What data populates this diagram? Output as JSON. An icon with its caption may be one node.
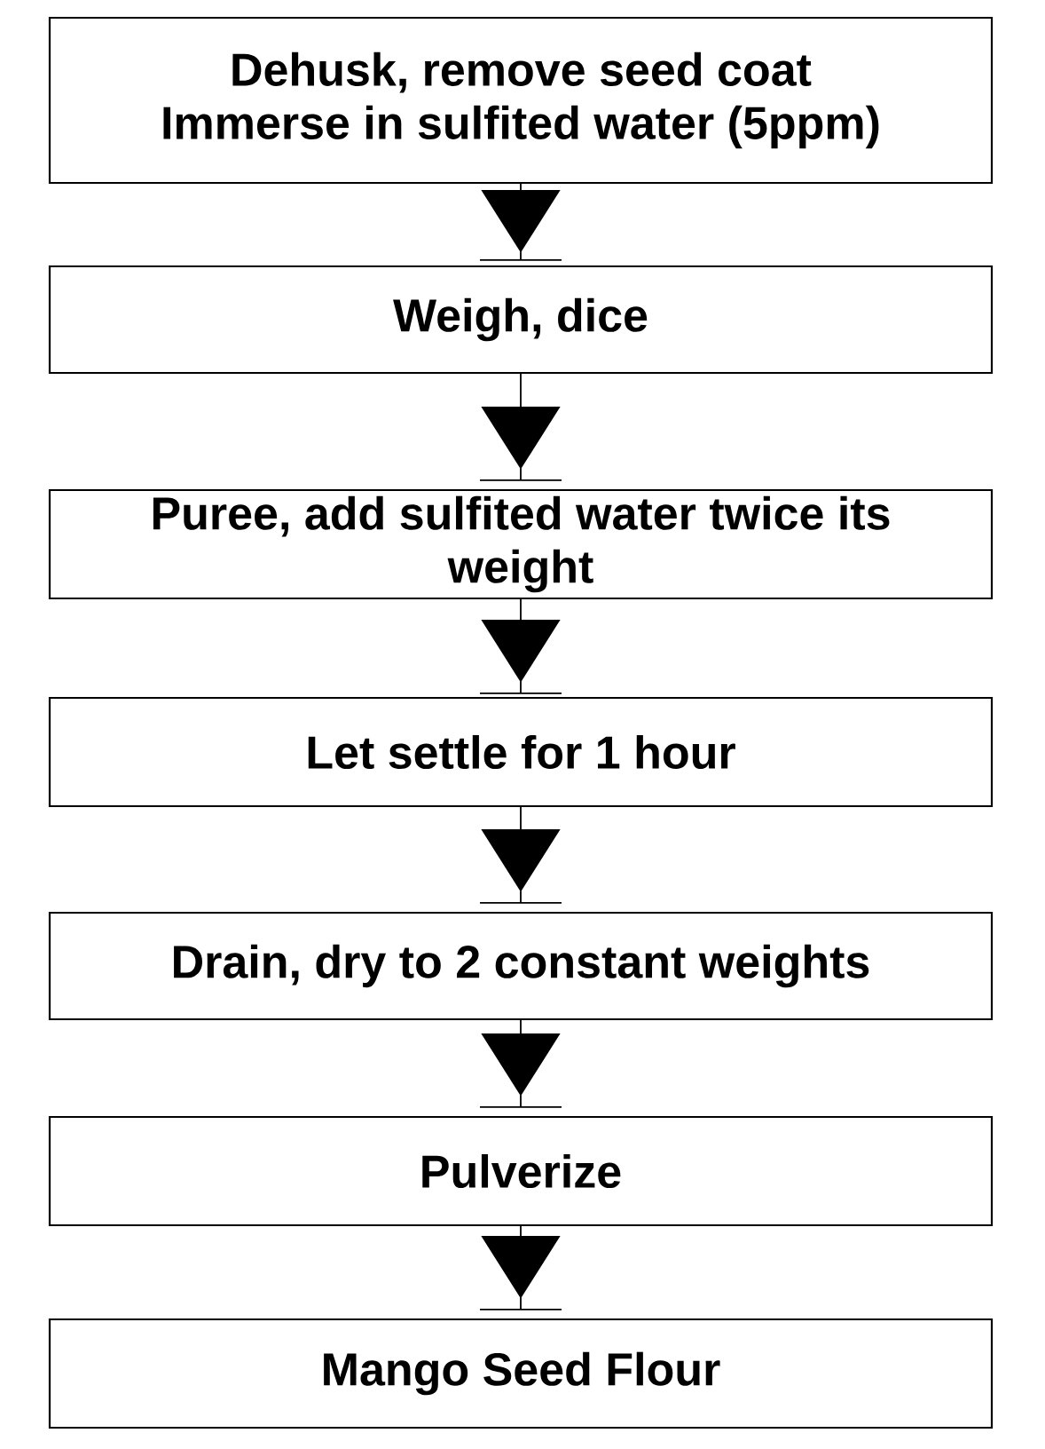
{
  "diagram": {
    "nodes": [
      {
        "text": [
          "Dehusk, remove seed coat",
          "Immerse in sulfited water (5ppm)"
        ]
      },
      {
        "text": [
          "Weigh, dice"
        ]
      },
      {
        "text": [
          "Puree, add sulfited water twice its weight"
        ]
      },
      {
        "text": [
          "Let settle for 1 hour"
        ]
      },
      {
        "text": [
          "Drain, dry to 2 constant weights"
        ]
      },
      {
        "text": [
          "Pulverize"
        ]
      },
      {
        "text": [
          "Mango Seed Flour"
        ]
      }
    ],
    "edges": [
      {
        "from": 0,
        "to": 1,
        "arrow": "to"
      },
      {
        "from": 1,
        "to": 2,
        "arrow": "to"
      },
      {
        "from": 2,
        "to": 3,
        "arrow": "to"
      },
      {
        "from": 3,
        "to": 4,
        "arrow": "to"
      },
      {
        "from": 4,
        "to": 5,
        "arrow": "to"
      },
      {
        "from": 5,
        "to": 6,
        "arrow": "to"
      }
    ]
  }
}
